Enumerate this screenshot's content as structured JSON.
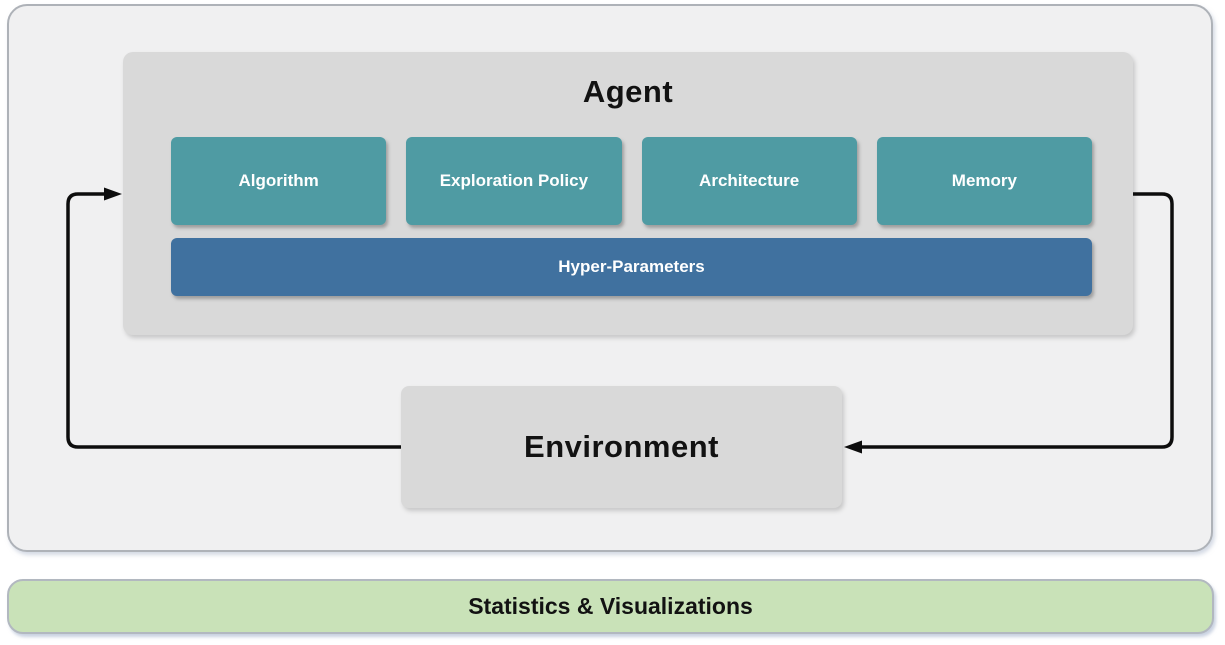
{
  "diagram": {
    "agent": {
      "title": "Agent",
      "components": [
        {
          "label": "Algorithm"
        },
        {
          "label": "Exploration Policy"
        },
        {
          "label": "Architecture"
        },
        {
          "label": "Memory"
        }
      ],
      "hyper_parameters_label": "Hyper-Parameters"
    },
    "environment": {
      "title": "Environment"
    },
    "footer": {
      "label": "Statistics & Visualizations"
    },
    "arrows": [
      {
        "name": "environment-to-agent",
        "direction": "left side, pointing into Agent"
      },
      {
        "name": "agent-to-environment",
        "direction": "right side, pointing into Environment"
      }
    ],
    "colors": {
      "component_teal": "#4f9ba3",
      "hyper_parameters_blue": "#40719f",
      "container_gray": "#d9d9d9",
      "outer_panel_gray": "#f0f0f1",
      "footer_green": "#c9e2b8",
      "arrow_black": "#0d0d0d"
    }
  }
}
